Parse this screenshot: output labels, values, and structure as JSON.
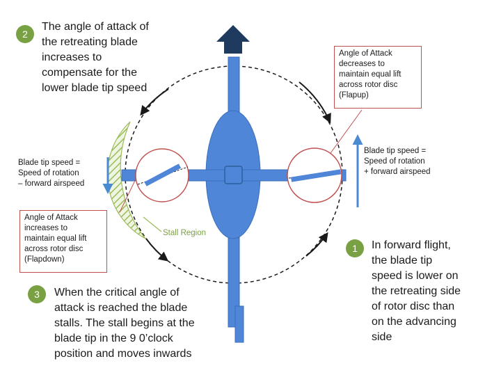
{
  "steps": [
    {
      "number": "1",
      "lines": [
        "In forward flight,",
        "the blade tip",
        "speed is lower on",
        "the retreating side",
        "of rotor disc than",
        "on the advancing",
        "side"
      ]
    },
    {
      "number": "2",
      "lines": [
        "The angle of attack of",
        "the retreating blade",
        "increases to",
        "compensate for the",
        "lower blade tip speed"
      ]
    },
    {
      "number": "3",
      "lines": [
        "When the critical angle of",
        "attack is reached the blade",
        "stalls. The stall begins at the",
        "blade tip in the 9 0’clock",
        "position and moves inwards"
      ]
    }
  ],
  "labels": {
    "aoa_decrease": [
      "Angle of Attack",
      "decreases to",
      "maintain equal lift",
      "across rotor disc",
      "(Flapup)"
    ],
    "aoa_increase": [
      "Angle of Attack",
      "increases to",
      "maintain equal lift",
      "across rotor disc",
      "(Flapdown)"
    ],
    "tip_left": [
      "Blade tip speed =",
      "Speed of rotation",
      "– forward airspeed"
    ],
    "tip_right": [
      "Blade tip speed =",
      "Speed of rotation",
      "+ forward airspeed"
    ],
    "stall_region": "Stall Region"
  },
  "colors": {
    "rotor_blue": "#4f86d8",
    "dark_arrow": "#1f3a5f",
    "badge_green": "#7aa044",
    "stall_green": "#9bbb59",
    "callout_red": "#c0504d",
    "side_arrow": "#4a8ad0"
  }
}
